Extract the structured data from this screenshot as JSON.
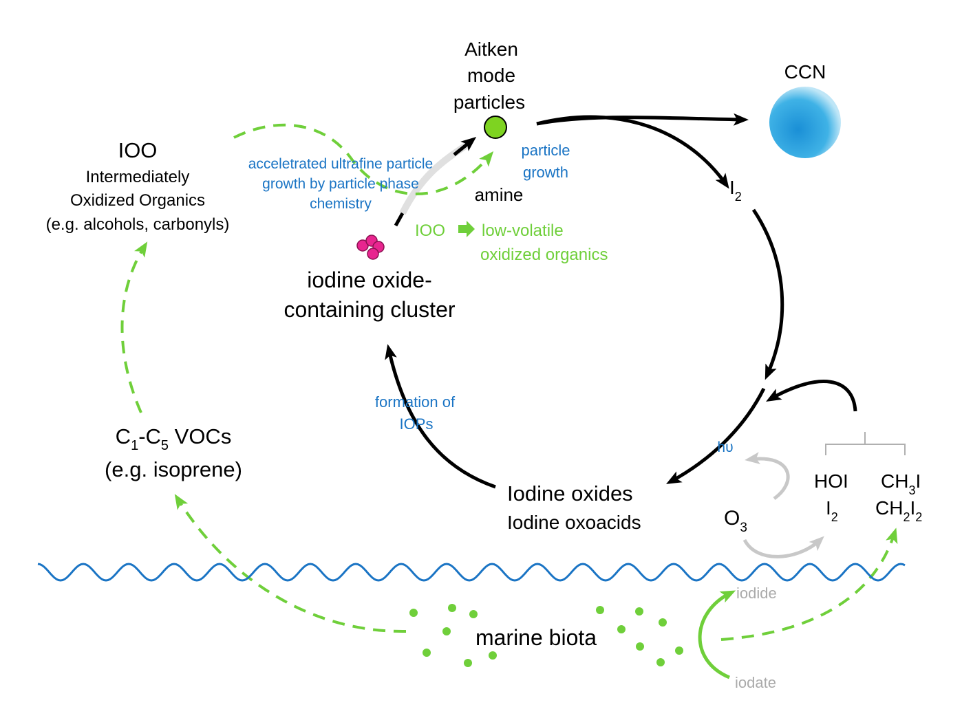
{
  "colors": {
    "green": "#6fcf3a",
    "blue": "#1a74c4",
    "black": "#000000",
    "grey": "#c8c8c8",
    "pink": "#e8258f",
    "ccn_blue": "#1a8fd6"
  },
  "labels": {
    "aitken_line1": "Aitken",
    "aitken_line2": "mode",
    "aitken_line3": "particles",
    "ccn": "CCN",
    "ioo_title": "IOO",
    "ioo_line1": "Intermediately",
    "ioo_line2": "Oxidized Organics",
    "ioo_line3": "(e.g. alcohols, carbonyls)",
    "accel_line1": "acceletrated ultrafine particle",
    "accel_line2": "growth by particle phase",
    "accel_line3": "chemistry",
    "particle_growth_line1": "particle",
    "particle_growth_line2": "growth",
    "amine": "amine",
    "ioo_green": "IOO",
    "lowvol_line1": "low-volatile",
    "lowvol_line2": "oxidized organics",
    "cluster_line1": "iodine oxide-",
    "cluster_line2": "containing cluster",
    "i2": "I",
    "i2_sub": "2",
    "formation_line1": "formation of",
    "formation_line2": "IOPs",
    "hv": "hυ",
    "iodine_oxides": "Iodine oxides",
    "iodine_oxoacids": "Iodine oxoacids",
    "o3": "O",
    "o3_sub": "3",
    "hoi": "HOI",
    "hoi_i2": "I",
    "hoi_i2_sub": "2",
    "ch3i_a": "CH",
    "ch3i_sub": "3",
    "ch3i_b": "I",
    "ch2i2_a": "CH",
    "ch2i2_sub1": "2",
    "ch2i2_b": "I",
    "ch2i2_sub2": "2",
    "voc_c1": "C",
    "voc_sub1": "1",
    "voc_dash": "-C",
    "voc_sub5": "5",
    "voc_rest": " VOCs",
    "voc_line2": "(e.g. isoprene)",
    "iodide": "iodide",
    "iodate": "iodate",
    "marine_biota": "marine biota"
  }
}
